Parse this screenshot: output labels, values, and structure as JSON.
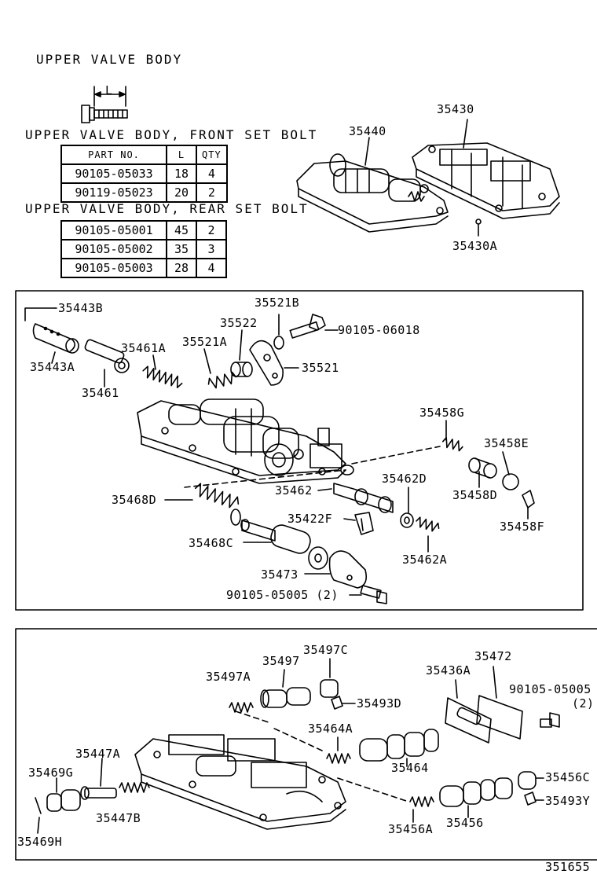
{
  "diagram": {
    "title": "UPPER VALVE BODY",
    "dimension_label": "L",
    "figure_number": "351655",
    "front_table": {
      "title": "UPPER VALVE BODY, FRONT SET BOLT",
      "headers": [
        "PART NO.",
        "L",
        "QTY"
      ],
      "rows": [
        [
          "90105-05033",
          "18",
          "4"
        ],
        [
          "90119-05023",
          "20",
          "2"
        ]
      ]
    },
    "rear_table": {
      "title": "UPPER VALVE BODY, REAR SET BOLT",
      "rows": [
        [
          "90105-05001",
          "45",
          "2"
        ],
        [
          "90105-05002",
          "35",
          "3"
        ],
        [
          "90105-05003",
          "28",
          "4"
        ]
      ]
    },
    "top_labels": {
      "p35440": "35440",
      "p35430": "35430",
      "p35430A": "35430A"
    },
    "mid_labels": {
      "p35443B": "35443B",
      "p35443A": "35443A",
      "p35461": "35461",
      "p35461A": "35461A",
      "p35521A": "35521A",
      "p35522": "35522",
      "p35521B": "35521B",
      "p90105_06018": "90105-06018",
      "p35521": "35521",
      "p35458G": "35458G",
      "p35458E": "35458E",
      "p35458D": "35458D",
      "p35458F": "35458F",
      "p35462D": "35462D",
      "p35462": "35462",
      "p35468D": "35468D",
      "p35422F": "35422F",
      "p35468C": "35468C",
      "p35462A": "35462A",
      "p35473": "35473",
      "p90105_05005_2": "90105-05005 (2)"
    },
    "bottom_labels": {
      "p35497C": "35497C",
      "p35497": "35497",
      "p35497A": "35497A",
      "p35493D": "35493D",
      "p35472": "35472",
      "p35436A": "35436A",
      "p90105_05005": "90105-05005",
      "qty2": "(2)",
      "p35464A": "35464A",
      "p35464": "35464",
      "p35447A": "35447A",
      "p35469G": "35469G",
      "p35447B": "35447B",
      "p35456C": "35456C",
      "p35493Y": "35493Y",
      "p35456A": "35456A",
      "p35456": "35456",
      "p35469H": "35469H"
    }
  }
}
